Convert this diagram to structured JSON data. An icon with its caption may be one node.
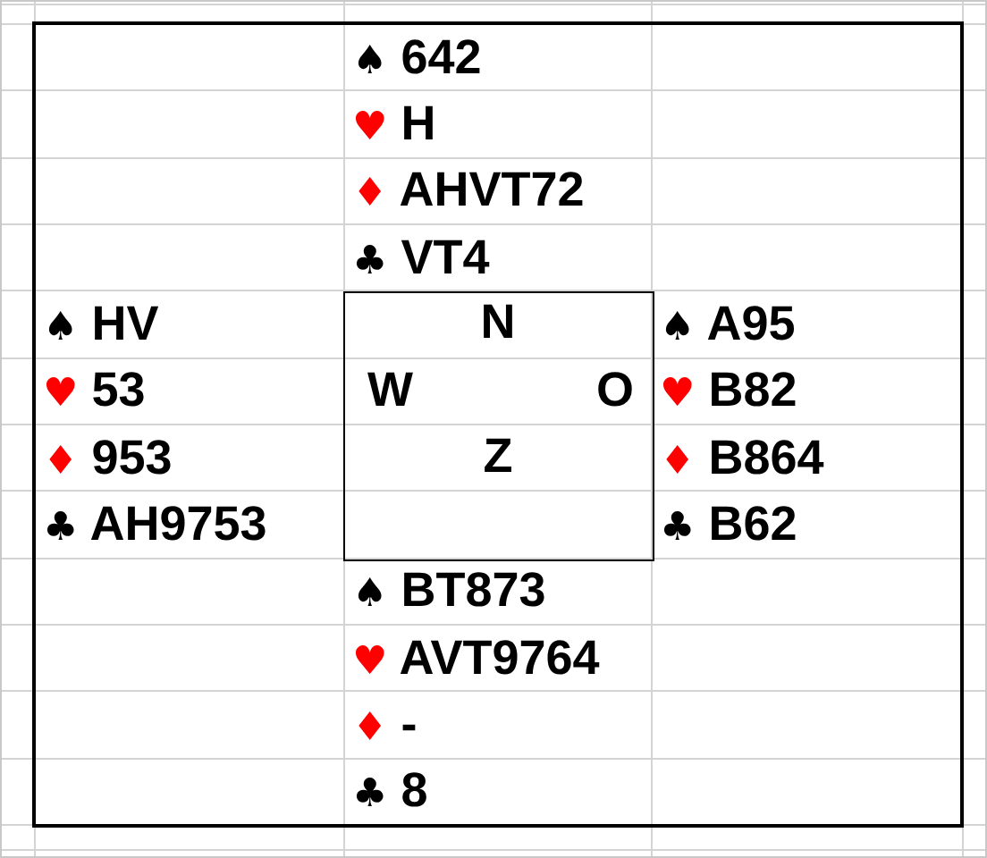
{
  "diagram": {
    "nodes": [
      {
        "text": [
          "♠ 642",
          "♥ H",
          "♦ AHVT72",
          "♣ VT4",
          "♠ HV",
          "♥ 53",
          "♦ 953",
          "♣ AH9753",
          "♠ A95",
          "♥ B82",
          "♦ B864",
          "♣ B62",
          "♠ BT873",
          "♥ AVT9764",
          "♦ -",
          "♣ 8"
        ]
      },
      {
        "text": [
          "N",
          "W",
          "O",
          "Z"
        ],
        "in": 0
      }
    ]
  }
}
